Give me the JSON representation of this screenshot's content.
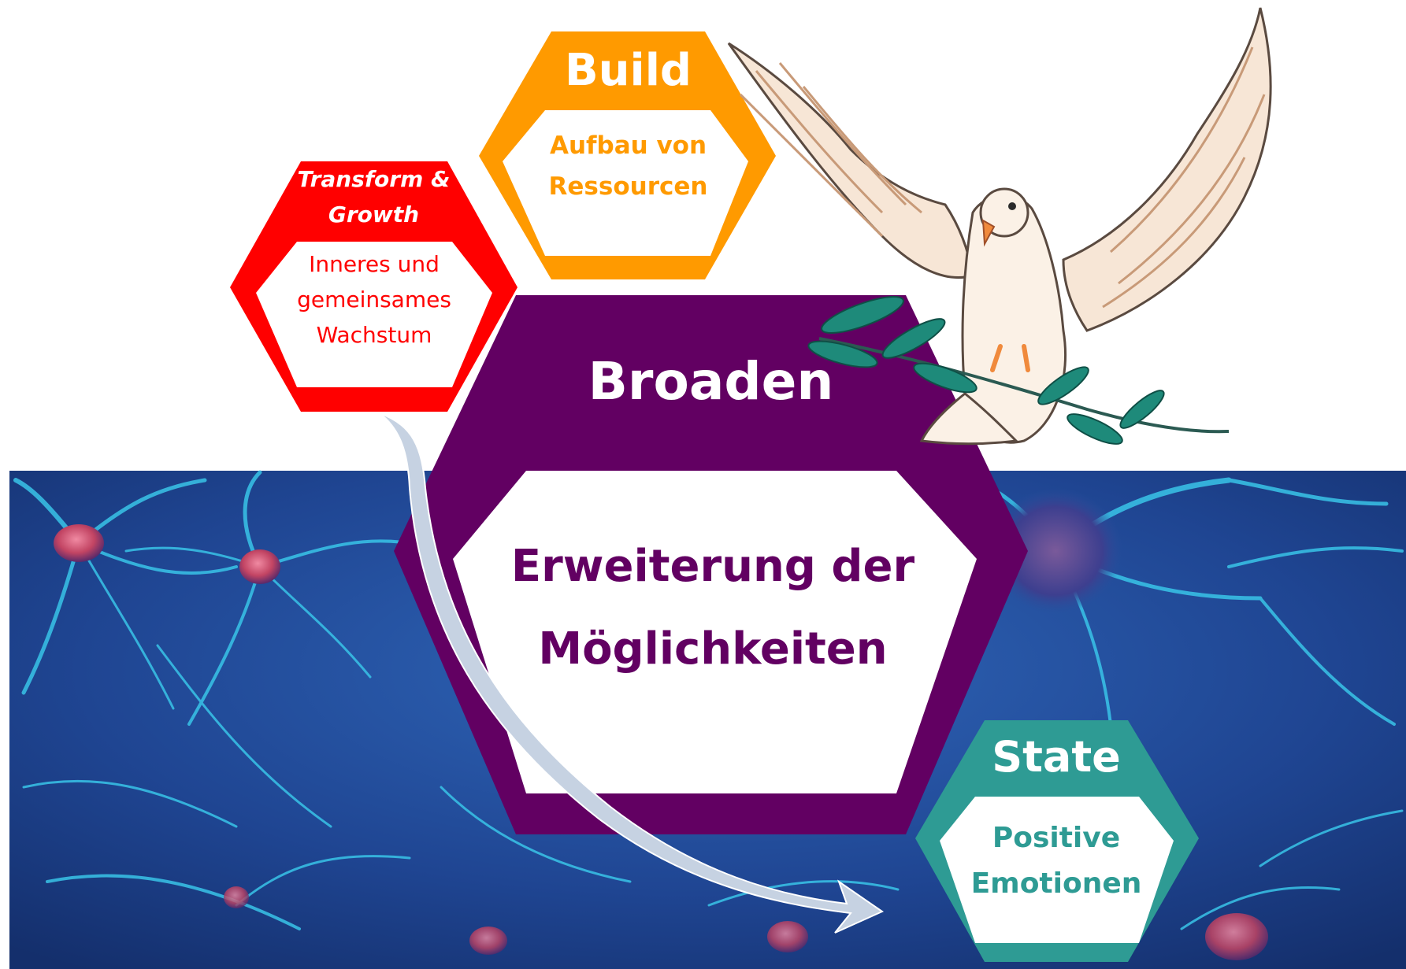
{
  "colors": {
    "broaden": "#620062",
    "build": "#ff9a00",
    "transform": "#ff0000",
    "state": "#2e9b94",
    "background_blue": "#1c3f8a",
    "neuron_cyan": "#39c4e8",
    "neuron_body": "#c24463",
    "arrow": "#c6d2e2"
  },
  "icons": {
    "dove": "dove-with-olive-branch-illustration",
    "background": "neural-network-neurons-photo",
    "arrow": "curved-arrow-icon"
  },
  "hexagons": {
    "broaden": {
      "title": "Broaden",
      "body_line1": "Erweiterung der",
      "body_line2": "Möglichkeiten"
    },
    "build": {
      "title": "Build",
      "body_line1": "Aufbau von",
      "body_line2": "Ressourcen"
    },
    "transform": {
      "title_line1": "Transform &",
      "title_line2": "Growth",
      "body_line1": "Inneres und",
      "body_line2": "gemeinsames",
      "body_line3": "Wachstum"
    },
    "state": {
      "title": "State",
      "body_line1": "Positive",
      "body_line2": "Emotionen"
    }
  }
}
